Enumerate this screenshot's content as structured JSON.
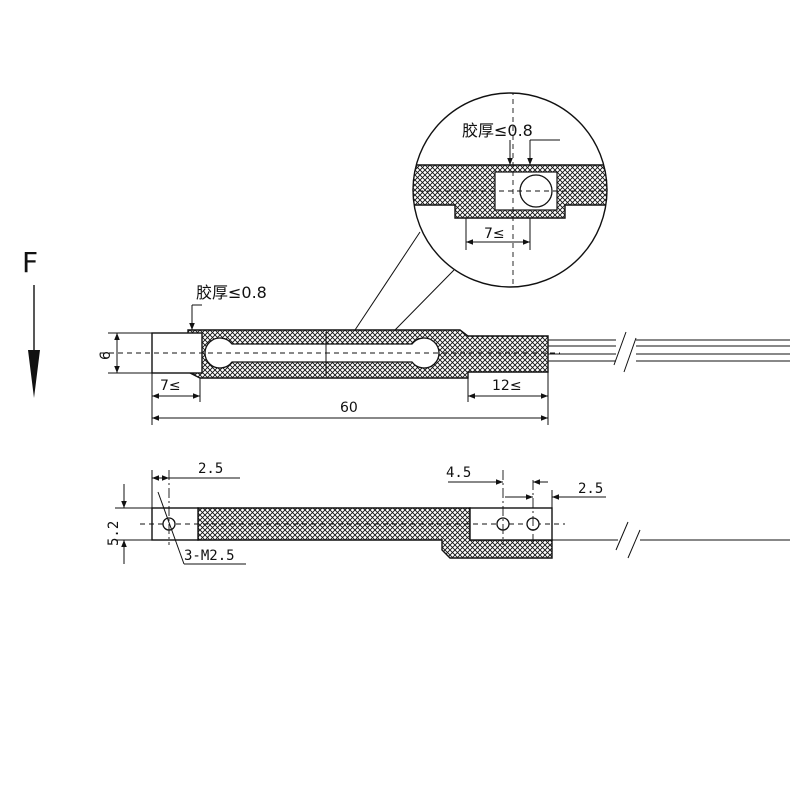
{
  "force_label": "F",
  "colors": {
    "line": "#111111",
    "hatch": "#111111",
    "background": "#ffffff"
  },
  "detail_view": {
    "glue_label": "胶厚≤0.8",
    "gauge_dim": "7≤"
  },
  "front_view": {
    "glue_label": "胶厚≤0.8",
    "height_dim": "6",
    "left_dim": "7≤",
    "right_dim": "12≤",
    "length_dim": "60"
  },
  "top_view": {
    "hole_offset_dim": "2.5",
    "width_dim": "5.2",
    "hole_spacing_dim": "4.5",
    "right_edge_dim": "2.5",
    "thread_label": "3-M2.5"
  }
}
